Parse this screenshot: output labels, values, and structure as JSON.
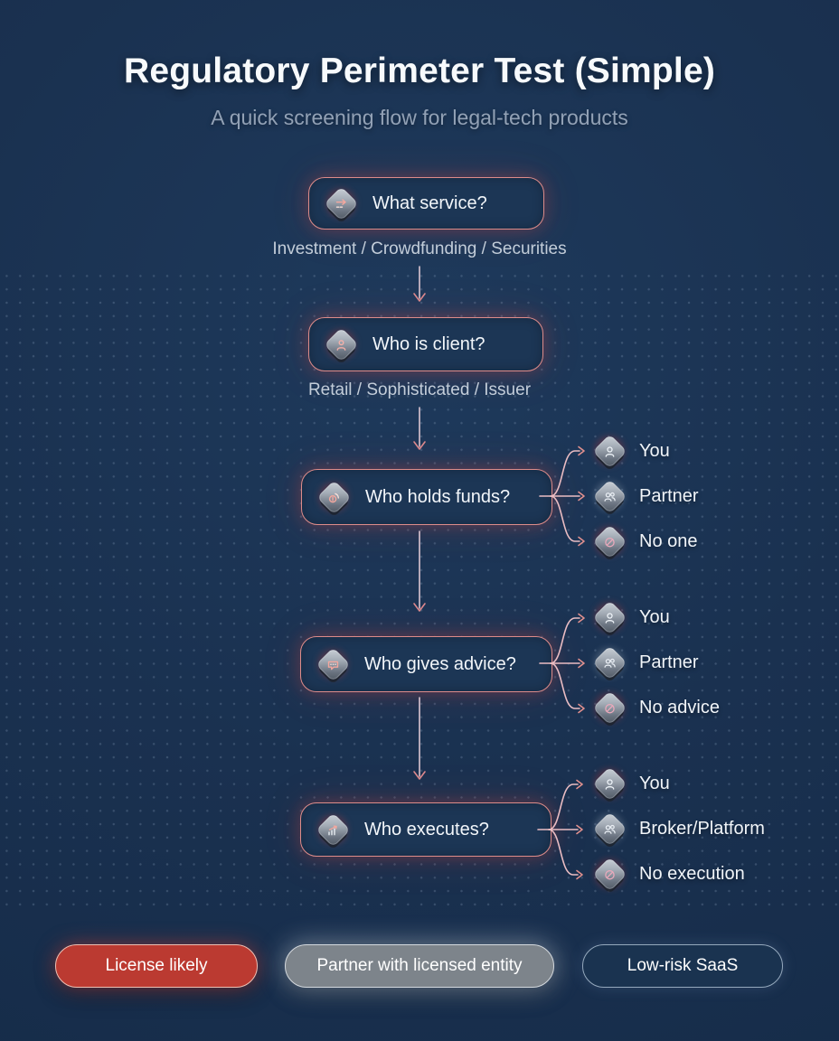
{
  "header": {
    "title": "Regulatory Perimeter Test (Simple)",
    "subtitle": "A quick screening flow for legal-tech products"
  },
  "flow": {
    "nodes": [
      {
        "id": "service",
        "label": "What service?",
        "icon": "service-icon",
        "answer": "Investment / Crowdfunding / Securities"
      },
      {
        "id": "client",
        "label": "Who is client?",
        "icon": "client-icon",
        "answer": "Retail / Sophisticated / Issuer"
      },
      {
        "id": "funds",
        "label": "Who holds funds?",
        "icon": "funds-icon",
        "branches": [
          {
            "label": "You",
            "icon": "user-icon",
            "glow": "red"
          },
          {
            "label": "Partner",
            "icon": "users-icon",
            "glow": "gray"
          },
          {
            "label": "No one",
            "icon": "ban-icon",
            "glow": "red"
          }
        ]
      },
      {
        "id": "advice",
        "label": "Who gives advice?",
        "icon": "advice-icon",
        "branches": [
          {
            "label": "You",
            "icon": "user-icon",
            "glow": "red"
          },
          {
            "label": "Partner",
            "icon": "users-icon",
            "glow": "gray"
          },
          {
            "label": "No advice",
            "icon": "ban-icon",
            "glow": "red"
          }
        ]
      },
      {
        "id": "executes",
        "label": "Who executes?",
        "icon": "executes-icon",
        "branches": [
          {
            "label": "You",
            "icon": "user-icon",
            "glow": "red"
          },
          {
            "label": "Broker/Platform",
            "icon": "users-icon",
            "glow": "gray"
          },
          {
            "label": "No execution",
            "icon": "ban-icon",
            "glow": "red"
          }
        ]
      }
    ]
  },
  "legend": {
    "items": [
      {
        "label": "License likely",
        "variant": "red",
        "color": "#bb3a31"
      },
      {
        "label": "Partner with licensed entity",
        "variant": "gray",
        "color": "#7d848b"
      },
      {
        "label": "Low-risk SaaS",
        "variant": "outline",
        "color": "#1a3350"
      }
    ]
  },
  "colors": {
    "background": "#1a3150",
    "node_fill": "#1c3655",
    "node_border": "#dd8c8a",
    "node_glow": "#db4942",
    "connector": "#eabdc3",
    "arrowhead": "#e0908e",
    "answer_text": "#c3cdd9",
    "subtitle_text": "#92a1b5",
    "title_text": "#f7fafc"
  }
}
